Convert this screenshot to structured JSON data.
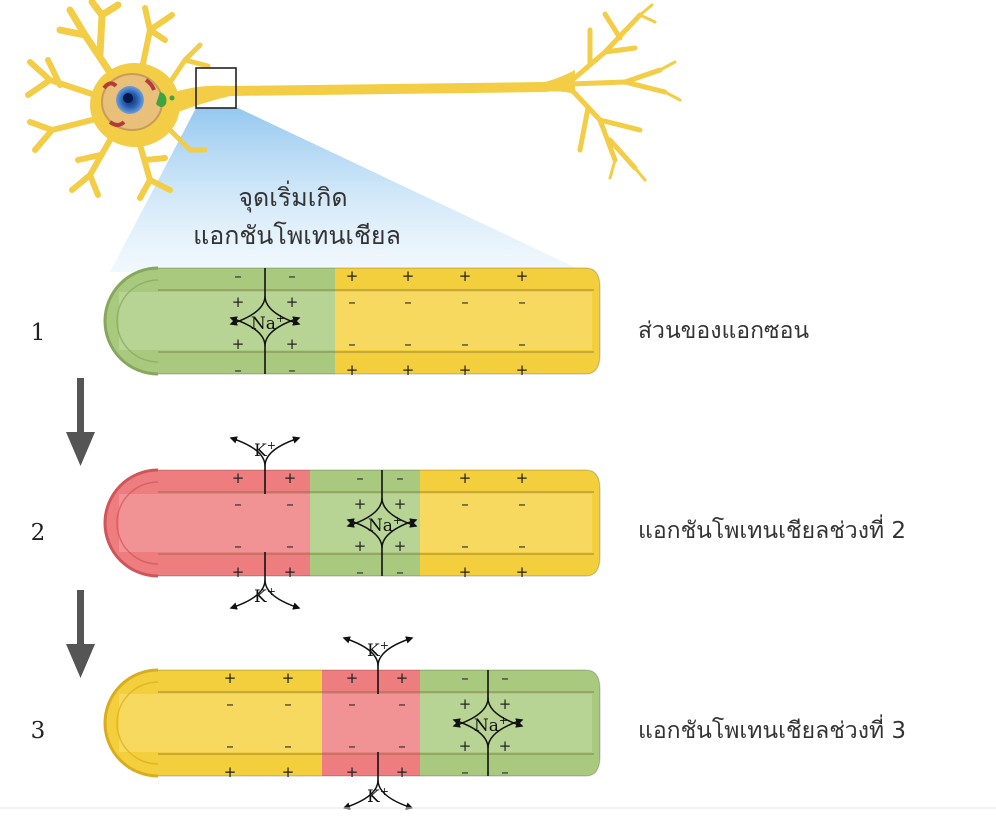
{
  "title_line1": "จุดเริ่มเกิด",
  "title_line2": "แอกชันโพเทนเชียล",
  "stages": [
    {
      "number": "1",
      "label": "ส่วนของแอกซอน"
    },
    {
      "number": "2",
      "label": "แอกชันโพเทนเชียลช่วงที่ 2"
    },
    {
      "number": "3",
      "label": "แอกชันโพเทนเชียลช่วงที่ 3"
    }
  ],
  "ions": {
    "sodium": "Na",
    "potassium": "K",
    "charge": "+"
  },
  "colors": {
    "resting": "#f3cf3d",
    "depolarized": "#a9c97f",
    "repolarizing": "#ee7d7f",
    "neuron": "#f2cd45",
    "highlight": "#b9dcf5"
  }
}
